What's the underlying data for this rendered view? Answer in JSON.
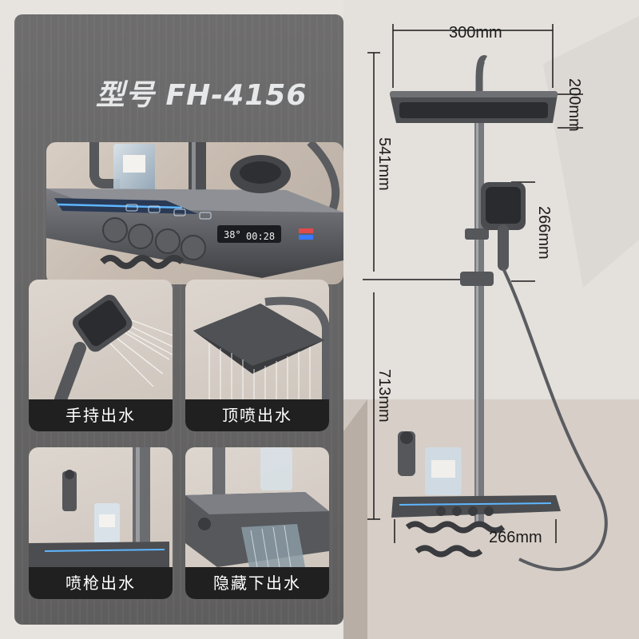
{
  "product": {
    "model_label": "型号 FH-4156",
    "display_readout_temp": "38°",
    "display_readout_time": "00:28"
  },
  "features": [
    {
      "label": "手持出水",
      "icon": "handheld-shower-icon"
    },
    {
      "label": "顶喷出水",
      "icon": "rain-shower-icon"
    },
    {
      "label": "喷枪出水",
      "icon": "spray-gun-icon"
    },
    {
      "label": "隐藏下出水",
      "icon": "hidden-spout-icon"
    }
  ],
  "dimensions": {
    "head_width": "300mm",
    "head_depth": "200mm",
    "upper_height": "541mm",
    "hand_shower": "266mm",
    "lower_height": "713mm",
    "shelf_width": "266mm"
  },
  "colors": {
    "panel": "#666565",
    "finish": "#5a5c60",
    "label_bar": "#202020",
    "background": "#e7e3df"
  }
}
